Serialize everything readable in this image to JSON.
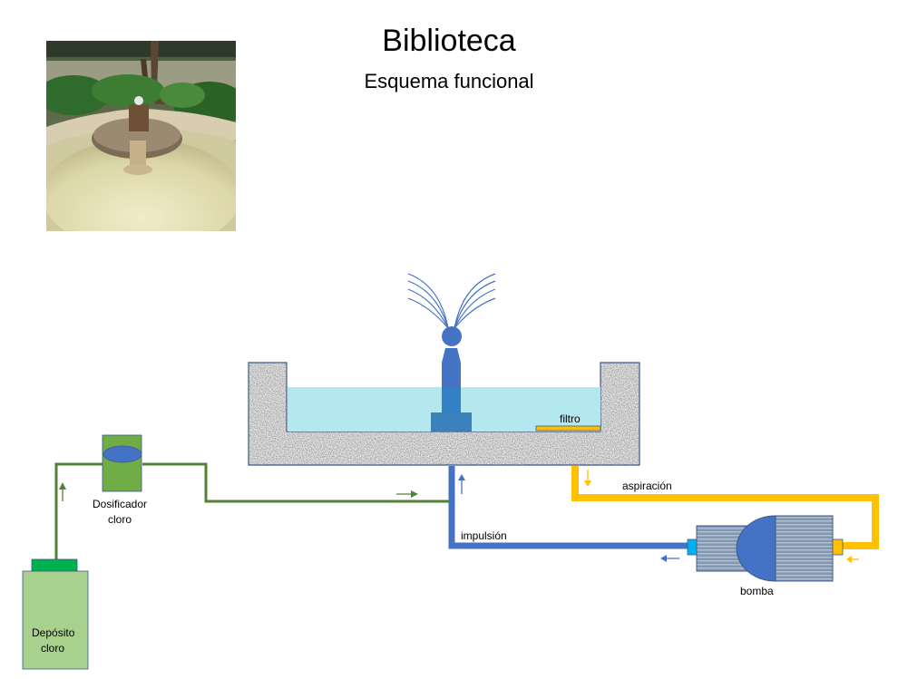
{
  "header": {
    "title": "Biblioteca",
    "subtitle": "Esquema funcional"
  },
  "photo": {
    "subject": "fountain-photo"
  },
  "diagram": {
    "labels": {
      "filter": "filtro",
      "suction": "aspiración",
      "discharge": "impulsión",
      "pump": "bomba",
      "doser_line1": "Dosificador",
      "doser_line2": "cloro",
      "tank_line1": "Depósito",
      "tank_line2": "cloro"
    },
    "colors": {
      "water": "#b4e8ef",
      "concrete": "#a8a8a8",
      "outline": "#3b5a8a",
      "discharge_pipe": "#4472c4",
      "suction_pipe": "#ffc000",
      "chlorine_pipe": "#548235",
      "doser": "#70ad47",
      "tank": "#a9d18e",
      "tank_cap": "#00b050",
      "pump_body": "#8497b0",
      "pump_head": "#4472c4",
      "outlet": "#00b0f0",
      "nozzle": "#2e75b6"
    }
  }
}
